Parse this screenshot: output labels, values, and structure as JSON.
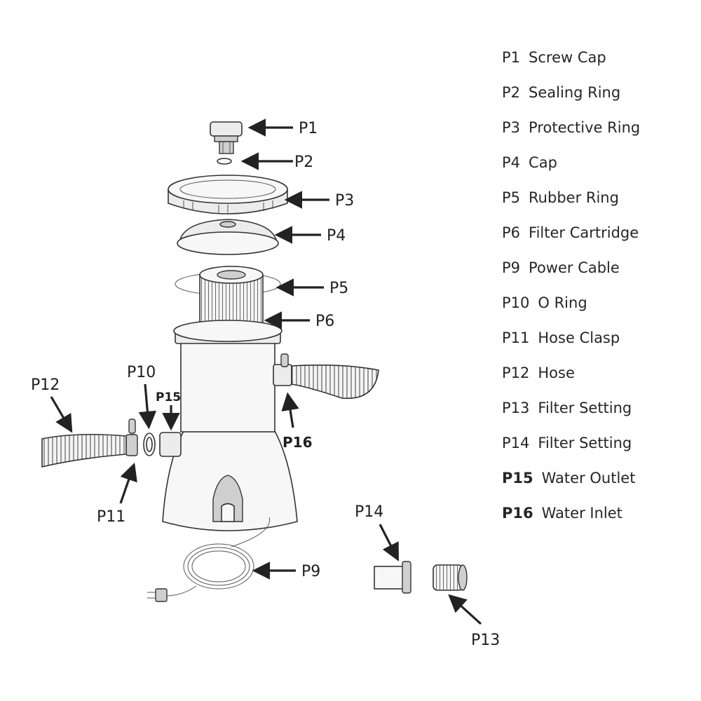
{
  "callouts": {
    "p1": "P1",
    "p2": "P2",
    "p3": "P3",
    "p4": "P4",
    "p5": "P5",
    "p6": "P6",
    "p9": "P9",
    "p10": "P10",
    "p11": "P11",
    "p12": "P12",
    "p13": "P13",
    "p14": "P14",
    "p15": "P15",
    "p16": "P16"
  },
  "legend": [
    {
      "code": "P1",
      "name": "Screw Cap",
      "bold": false
    },
    {
      "code": "P2",
      "name": "Sealing Ring",
      "bold": false
    },
    {
      "code": "P3",
      "name": "Protective Ring",
      "bold": false
    },
    {
      "code": "P4",
      "name": "Cap",
      "bold": false
    },
    {
      "code": "P5",
      "name": "Rubber Ring",
      "bold": false
    },
    {
      "code": "P6",
      "name": "Filter Cartridge",
      "bold": false
    },
    {
      "code": "P9",
      "name": "Power Cable",
      "bold": false
    },
    {
      "code": "P10",
      "name": "O Ring",
      "bold": false
    },
    {
      "code": "P11",
      "name": "Hose Clasp",
      "bold": false
    },
    {
      "code": "P12",
      "name": "Hose",
      "bold": false
    },
    {
      "code": "P13",
      "name": "Filter Setting",
      "bold": false
    },
    {
      "code": "P14",
      "name": "Filter Setting",
      "bold": false
    },
    {
      "code": "P15",
      "name": "Water Outlet",
      "bold": true
    },
    {
      "code": "P16",
      "name": "Water Inlet",
      "bold": true
    }
  ]
}
